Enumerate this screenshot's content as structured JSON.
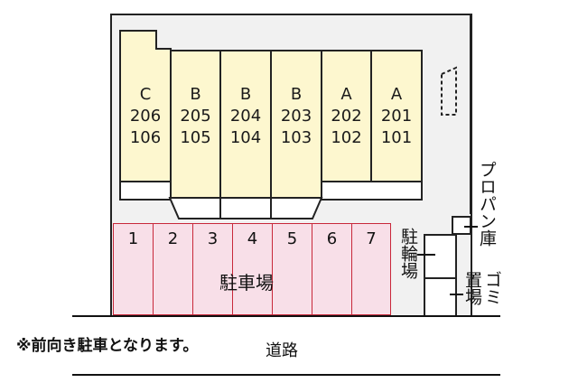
{
  "site_plan": {
    "units": [
      {
        "type": "C",
        "upper": "206",
        "lower": "106"
      },
      {
        "type": "B",
        "upper": "205",
        "lower": "105"
      },
      {
        "type": "B",
        "upper": "204",
        "lower": "104"
      },
      {
        "type": "B",
        "upper": "203",
        "lower": "103"
      },
      {
        "type": "A",
        "upper": "202",
        "lower": "102"
      },
      {
        "type": "A",
        "upper": "201",
        "lower": "101"
      }
    ],
    "parking": {
      "label": "駐車場",
      "stalls": [
        "1",
        "2",
        "3",
        "4",
        "5",
        "6",
        "7"
      ]
    },
    "facilities": {
      "bicycle_parking": "駐輪場",
      "propane_storage": "プロパン庫",
      "garbage_area": "ゴミ置場"
    },
    "road_label": "道路",
    "note": "※前向き駐車となります。",
    "colors": {
      "unit_fill": "#fdf7cf",
      "parking_fill": "#f8dfe8",
      "parking_border": "#c8283a",
      "lot_fill": "#f1f1f1"
    }
  }
}
